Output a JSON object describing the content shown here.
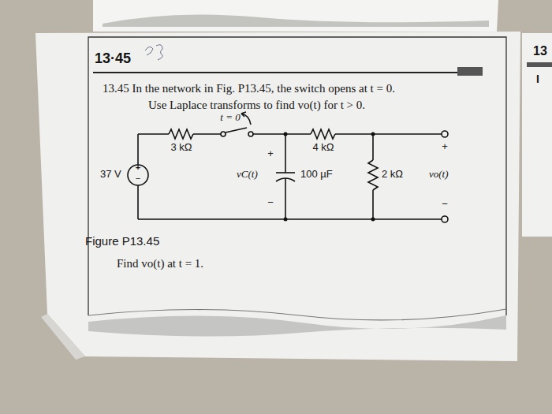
{
  "diagram": {
    "labels": [
      "13·45",
      "13",
      "I",
      "13.45 In the network in Fig. P13.45, the switch opens at t = 0.",
      "Use Laplace transforms to find vo(t) for t > 0.",
      "t = 0",
      "3 kΩ",
      "4 kΩ",
      "37 V",
      "+",
      "−",
      "+",
      "vC(t)",
      "−",
      "100 µF",
      "2 kΩ",
      "+",
      "vo(t)",
      "−",
      "Figure P13.45",
      "Find vo(t) at t = 1."
    ]
  }
}
